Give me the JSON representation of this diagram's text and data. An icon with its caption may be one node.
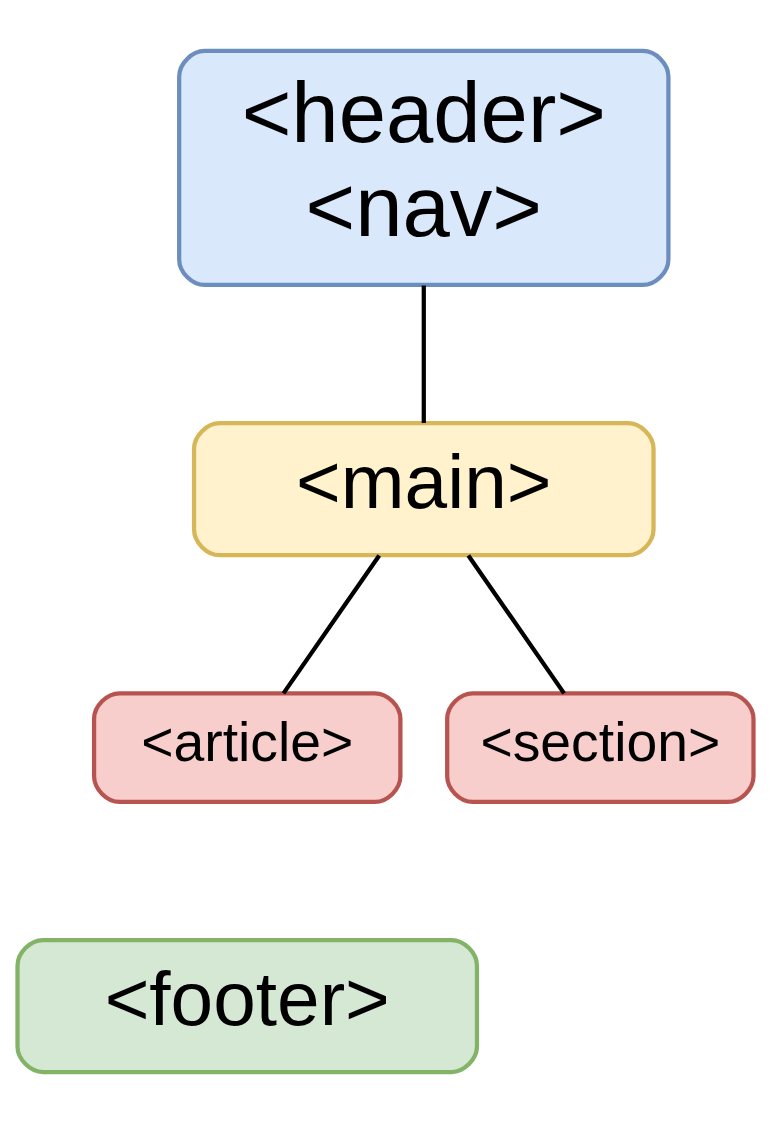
{
  "diagram": {
    "nodes": [
      {
        "text": [
          "<header>",
          "<nav>"
        ]
      },
      {
        "text": [
          "<main>"
        ]
      },
      {
        "text": [
          "<article>"
        ]
      },
      {
        "text": [
          "<section>"
        ]
      },
      {
        "text": [
          "<footer>"
        ]
      }
    ],
    "edges": [
      {
        "from": 0,
        "to": 1,
        "arrow": "none"
      },
      {
        "from": 1,
        "to": 2,
        "arrow": "none"
      },
      {
        "from": 1,
        "to": 3,
        "arrow": "none"
      }
    ]
  }
}
